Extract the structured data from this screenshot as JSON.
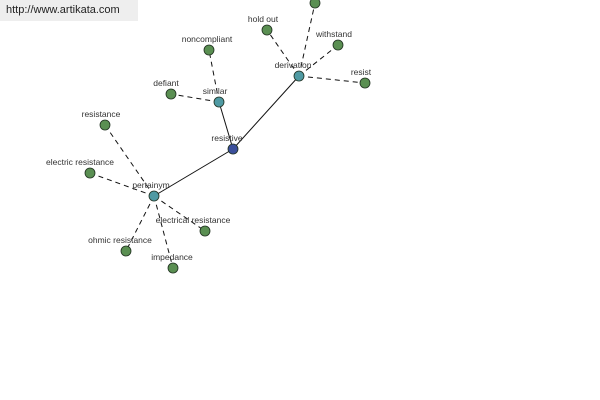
{
  "watermark": "http://www.artikata.com",
  "colors": {
    "center": "#3b4f9b",
    "hub": "#4f9aa3",
    "leaf": "#5a8f52",
    "edge": "#111111"
  },
  "nodes": [
    {
      "id": "resistive",
      "label": "resistive",
      "kind": "center"
    },
    {
      "id": "similar",
      "label": "similar",
      "kind": "hub"
    },
    {
      "id": "derivation",
      "label": "derivation",
      "kind": "hub"
    },
    {
      "id": "pertainym",
      "label": "pertainym",
      "kind": "hub"
    },
    {
      "id": "noncompliant",
      "label": "noncompliant",
      "kind": "leaf"
    },
    {
      "id": "defiant",
      "label": "defiant",
      "kind": "leaf"
    },
    {
      "id": "hold_out",
      "label": "hold out",
      "kind": "leaf"
    },
    {
      "id": "withstand",
      "label": "withstand",
      "kind": "leaf"
    },
    {
      "id": "resist",
      "label": "resist",
      "kind": "leaf"
    },
    {
      "id": "top_offscreen",
      "label": "",
      "kind": "leaf"
    },
    {
      "id": "resistance",
      "label": "resistance",
      "kind": "leaf"
    },
    {
      "id": "electric_resistance",
      "label": "electric resistance",
      "kind": "leaf"
    },
    {
      "id": "electrical_resistance",
      "label": "electrical resistance",
      "kind": "leaf"
    },
    {
      "id": "ohmic_resistance",
      "label": "ohmic resistance",
      "kind": "leaf"
    },
    {
      "id": "impedance",
      "label": "impedance",
      "kind": "leaf"
    }
  ],
  "edges": [
    {
      "from": "resistive",
      "to": "similar",
      "style": "solid"
    },
    {
      "from": "resistive",
      "to": "derivation",
      "style": "solid"
    },
    {
      "from": "resistive",
      "to": "pertainym",
      "style": "solid"
    },
    {
      "from": "similar",
      "to": "noncompliant",
      "style": "dashed"
    },
    {
      "from": "similar",
      "to": "defiant",
      "style": "dashed"
    },
    {
      "from": "derivation",
      "to": "hold_out",
      "style": "dashed"
    },
    {
      "from": "derivation",
      "to": "withstand",
      "style": "dashed"
    },
    {
      "from": "derivation",
      "to": "resist",
      "style": "dashed"
    },
    {
      "from": "derivation",
      "to": "top_offscreen",
      "style": "dashed"
    },
    {
      "from": "pertainym",
      "to": "resistance",
      "style": "dashed"
    },
    {
      "from": "pertainym",
      "to": "electric_resistance",
      "style": "dashed"
    },
    {
      "from": "pertainym",
      "to": "electrical_resistance",
      "style": "dashed"
    },
    {
      "from": "pertainym",
      "to": "ohmic_resistance",
      "style": "dashed"
    },
    {
      "from": "pertainym",
      "to": "impedance",
      "style": "dashed"
    }
  ]
}
